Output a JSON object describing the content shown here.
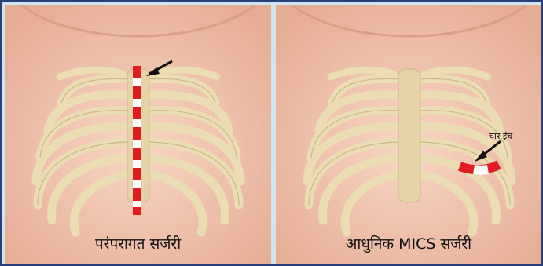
{
  "colors": {
    "frame": "#2c3e78",
    "skin": "#f4cbb7",
    "bone": "#eadcb3",
    "incision": "#e21b23",
    "dash_gap": "#ffffff",
    "arrow": "#111111"
  },
  "panels": [
    {
      "caption": "परंपरागत सर्जरी"
    },
    {
      "caption": "आधुनिक MICS सर्जरी",
      "incision_label": "चार इंच"
    }
  ],
  "icons": {
    "ribcage": "ribcage-illustration",
    "arrow": "arrow-icon"
  }
}
